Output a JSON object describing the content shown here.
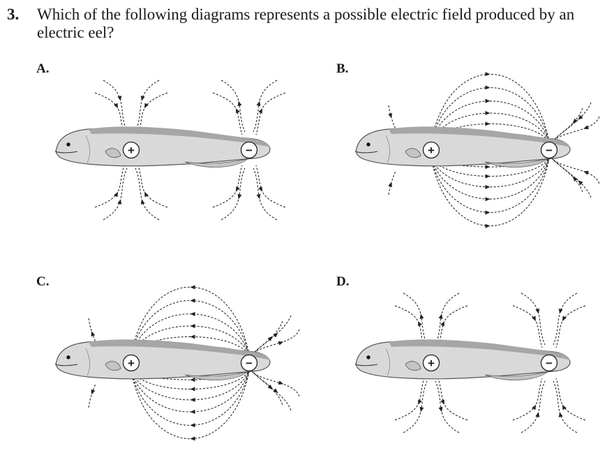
{
  "question": {
    "number": "3.",
    "text": "Which of the following diagrams represents a possible electric field produced by an electric eel?"
  },
  "options": [
    {
      "label": "A.",
      "pattern": "head-tail-local",
      "flow": "into-positive-out-of-negative"
    },
    {
      "label": "B.",
      "pattern": "arcs-between",
      "flow": "positive-to-negative"
    },
    {
      "label": "C.",
      "pattern": "arcs-between",
      "flow": "negative-to-positive"
    },
    {
      "label": "D.",
      "pattern": "head-tail-local",
      "flow": "out-of-positive-into-negative"
    }
  ],
  "charges": {
    "positive": "+",
    "negative": "−"
  },
  "colors": {
    "field_line": "#222222",
    "eel_body": "#d9d9d9",
    "eel_stripe": "#a6a6a6",
    "eel_outline": "#555555"
  }
}
